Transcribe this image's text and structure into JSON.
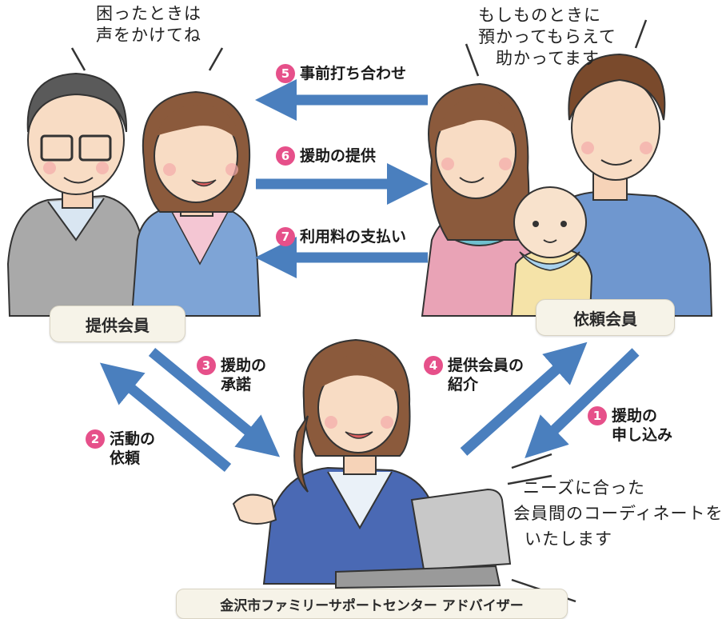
{
  "speech": {
    "provider_line1": "困ったときは",
    "provider_line2": "声をかけてね",
    "requester_line1": "もしものときに",
    "requester_line2": "預かってもらえて",
    "requester_line3": "助かってます",
    "advisor_line1": "ニーズに合った",
    "advisor_line2": "会員間のコーディネートを",
    "advisor_line3": "いたします"
  },
  "labels": {
    "provider": "提供会員",
    "requester": "依頼会員",
    "advisor": "金沢市ファミリーサポートセンター アドバイザー"
  },
  "steps": [
    {
      "num": "1",
      "line1": "援助の",
      "line2": "申し込み"
    },
    {
      "num": "2",
      "line1": "活動の",
      "line2": "依頼"
    },
    {
      "num": "3",
      "line1": "援助の",
      "line2": "承諾"
    },
    {
      "num": "4",
      "line1": "提供会員の",
      "line2": "紹介"
    },
    {
      "num": "5",
      "line1": "事前打ち合わせ"
    },
    {
      "num": "6",
      "line1": "援助の提供"
    },
    {
      "num": "7",
      "line1": "利用料の支払い"
    }
  ],
  "colors": {
    "arrow": "#4a7fbe",
    "number_badge": "#e6508a",
    "label_bg": "#f6f3e8"
  }
}
